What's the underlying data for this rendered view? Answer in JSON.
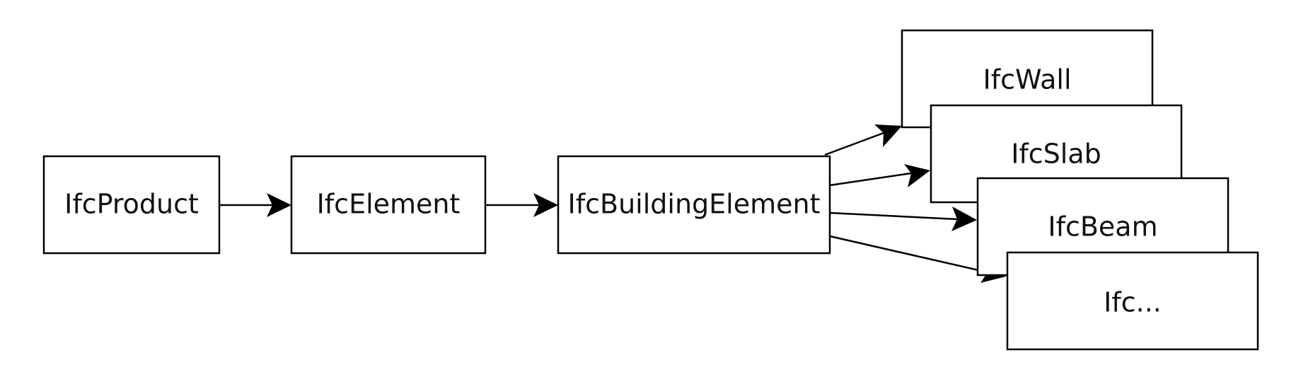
{
  "diagram": {
    "nodes": {
      "product": "IfcProduct",
      "element": "IfcElement",
      "building_element": "IfcBuildingElement",
      "wall": "IfcWall",
      "slab": "IfcSlab",
      "beam": "IfcBeam",
      "other": "Ifc..."
    },
    "edges": [
      [
        "product",
        "element"
      ],
      [
        "element",
        "building_element"
      ],
      [
        "building_element",
        "wall"
      ],
      [
        "building_element",
        "slab"
      ],
      [
        "building_element",
        "beam"
      ],
      [
        "building_element",
        "other"
      ]
    ],
    "colors": {
      "stroke": "#000000",
      "fill": "#ffffff",
      "text": "#111111"
    }
  }
}
